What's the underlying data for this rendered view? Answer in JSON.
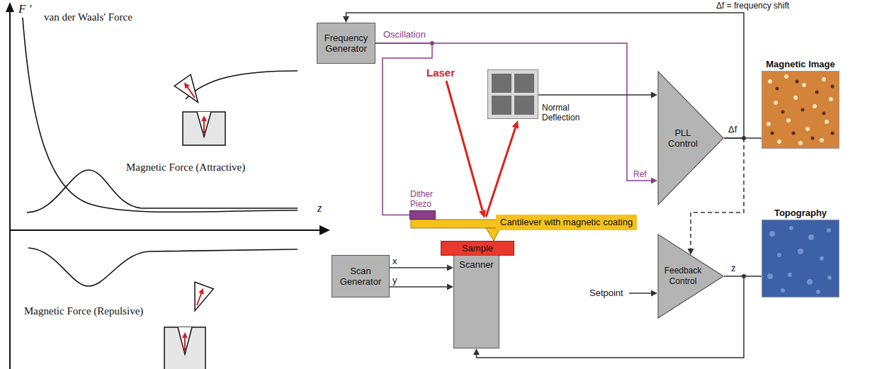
{
  "diagram": {
    "nodes": [
      {
        "text": [
          "Frequency Generator"
        ]
      },
      {
        "text": [
          "Normal Deflection"
        ]
      },
      {
        "text": [
          "Dither Piezo"
        ]
      },
      {
        "text": [
          "Cantilever with magnetic coating"
        ]
      },
      {
        "text": [
          "Sample"
        ]
      },
      {
        "text": [
          "Scan Generator"
        ]
      },
      {
        "text": [
          "Scanner"
        ]
      },
      {
        "text": [
          "PLL Control"
        ]
      },
      {
        "text": [
          "Feedback Control"
        ]
      },
      {
        "text": [
          "Magnetic Image"
        ]
      },
      {
        "text": [
          "Topography"
        ]
      }
    ],
    "edges": [
      {
        "from": 7,
        "to": 0,
        "arrow": "to",
        "label": "Δf = frequency shift"
      },
      {
        "from": 0,
        "to": 7,
        "arrow": "to",
        "label": "Oscillation"
      },
      {
        "from": 0,
        "to": 2,
        "arrow": "none"
      },
      {
        "from": 1,
        "to": 7,
        "arrow": "to"
      },
      {
        "from": 7,
        "to": 9,
        "arrow": "none",
        "label": "Δf"
      },
      {
        "from": 7,
        "to": 8,
        "arrow": "to"
      },
      {
        "from": 8,
        "to": 10,
        "arrow": "none",
        "label": "z"
      },
      {
        "from": 8,
        "to": 6,
        "arrow": "to"
      },
      {
        "from": 5,
        "to": 6,
        "arrow": "to",
        "label": "x"
      },
      {
        "from": 5,
        "to": 6,
        "arrow": "to",
        "label": "y"
      }
    ],
    "labels": [
      "F '",
      "van der Waals' Force",
      "Magnetic Force (Attractive)",
      "z",
      "Magnetic Force (Repulsive)",
      "Laser",
      "Ref",
      "Setpoint"
    ]
  }
}
